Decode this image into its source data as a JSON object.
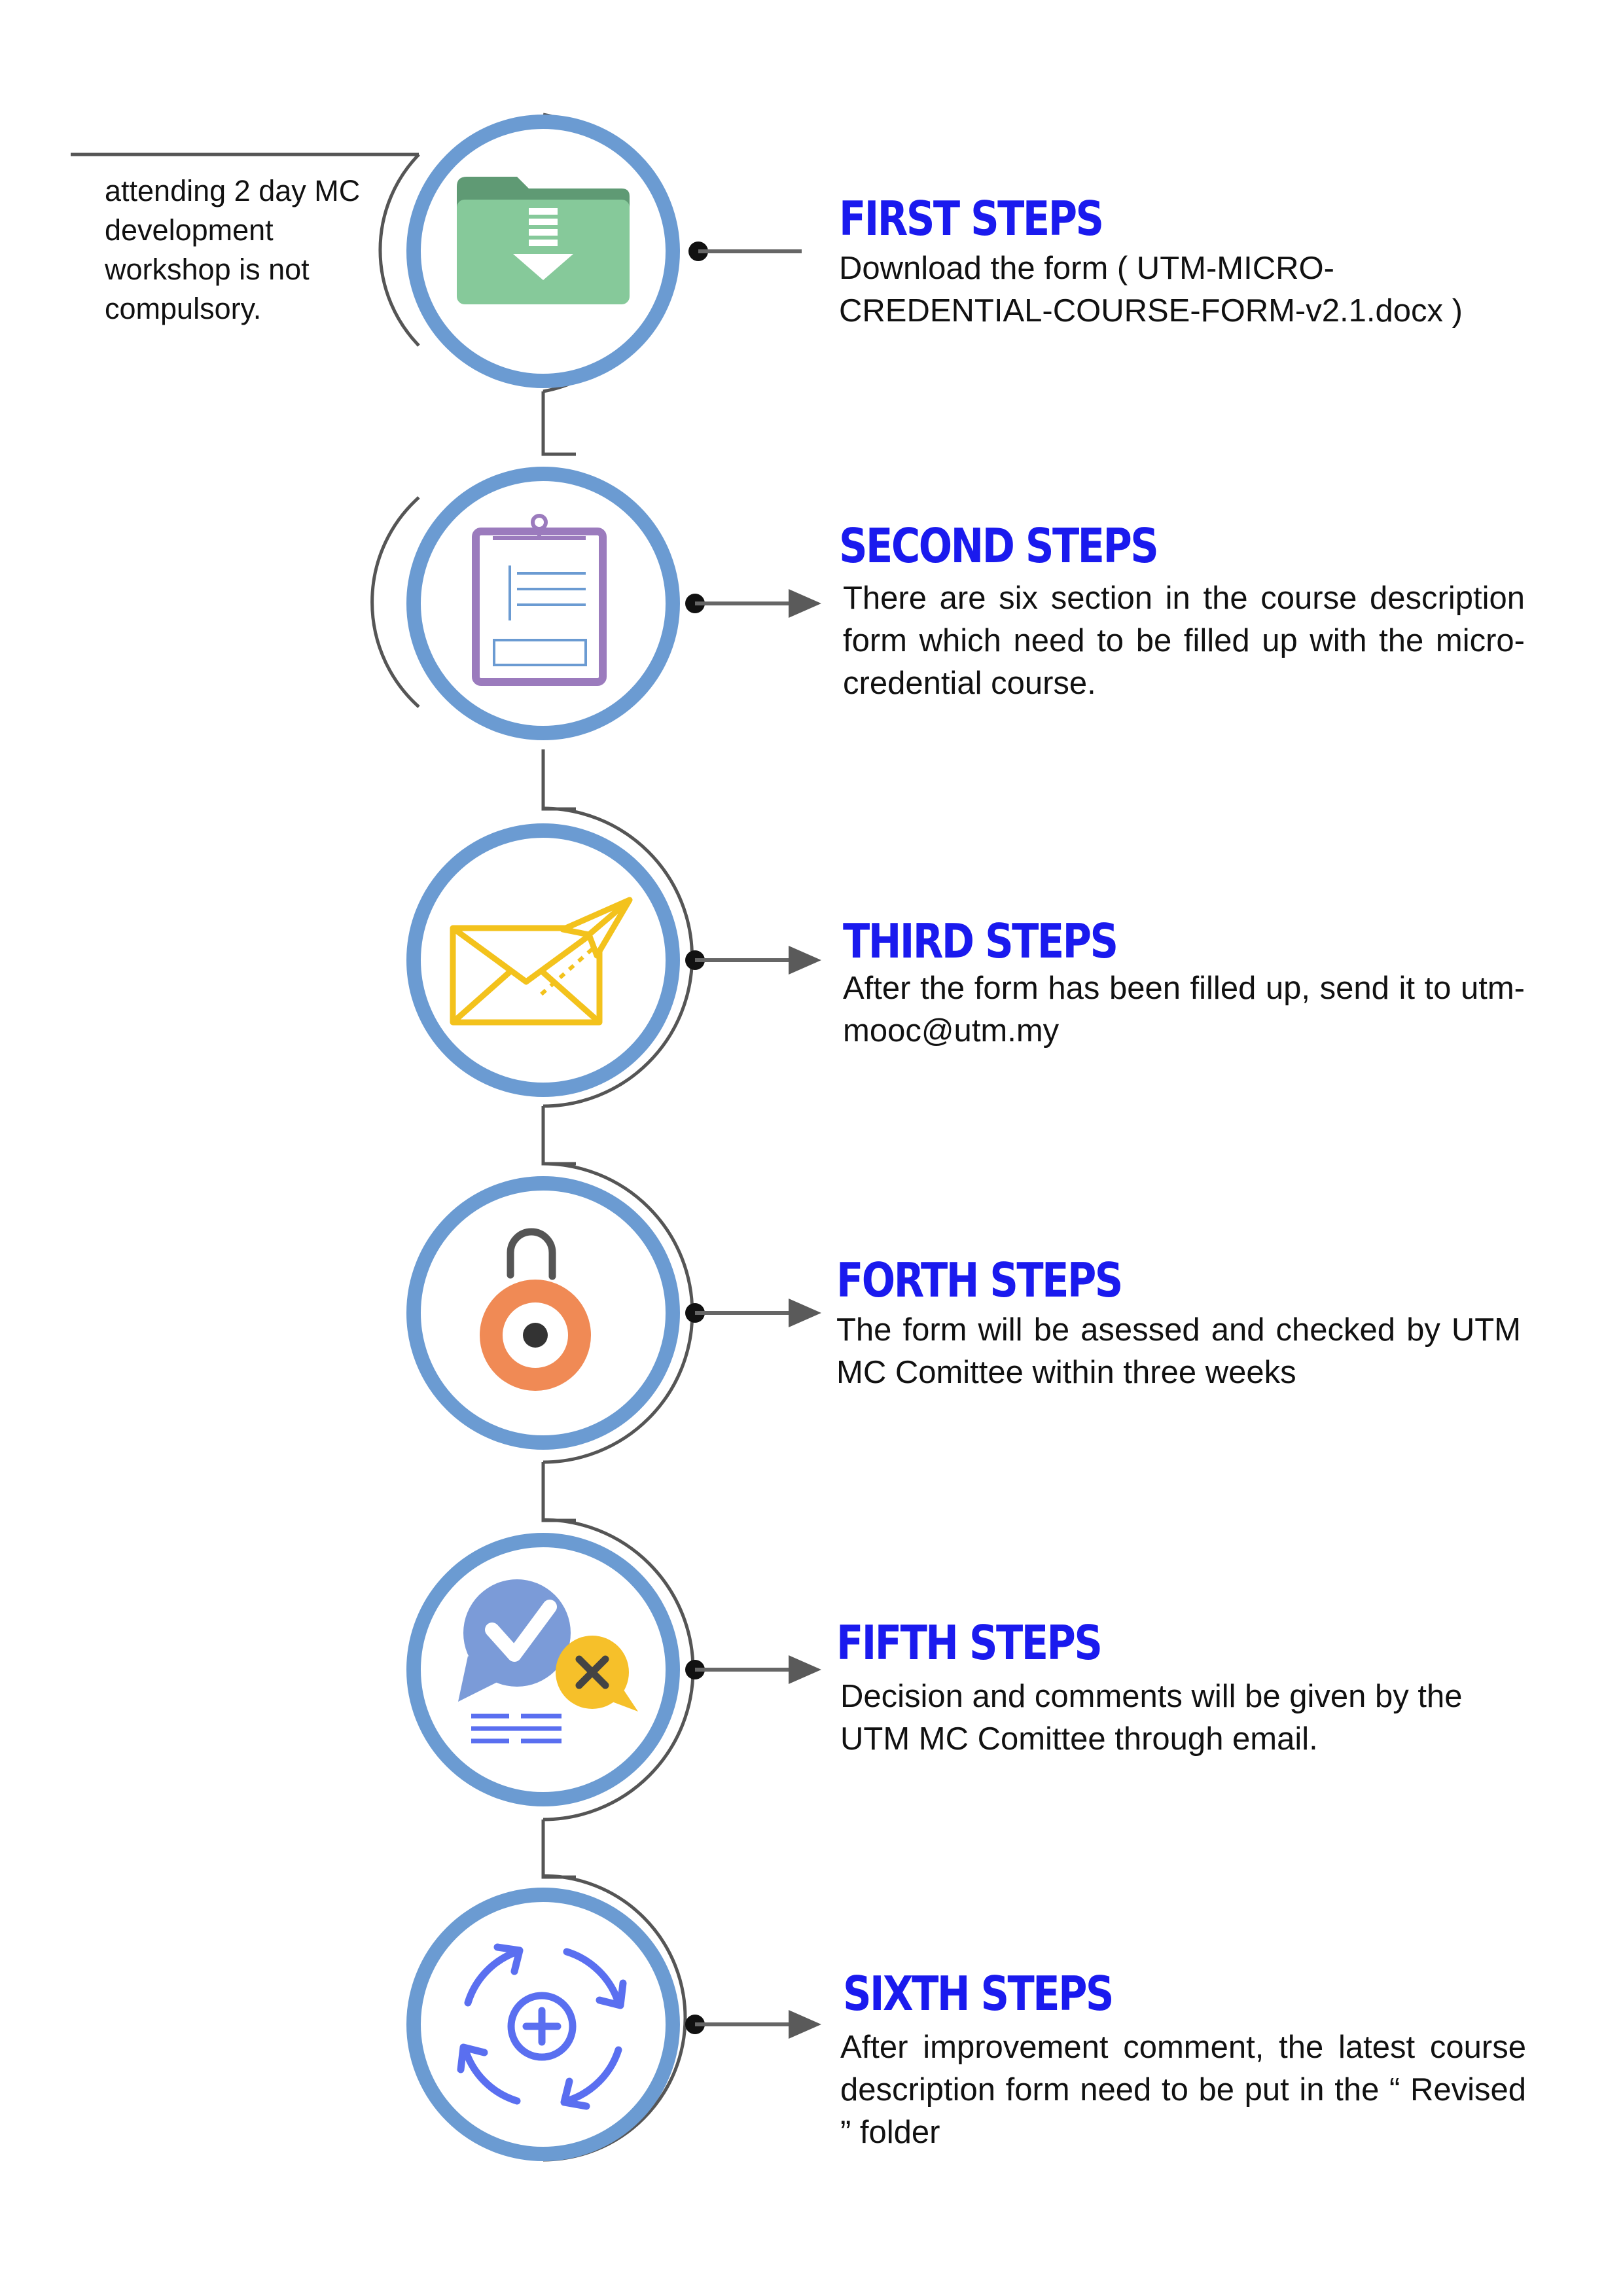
{
  "colors": {
    "title": "#1a1aee",
    "ring": "#6b9bd2",
    "connector": "#555555",
    "arrow": "#5a5a5a",
    "folder": "#86c99a",
    "folder_back": "#5f9a74",
    "clipboard": "#9b7bbd",
    "clipboard_lines": "#6b9bd2",
    "mail": "#f3c21c",
    "lock_body": "#f08a55",
    "lock_shackle": "#555555",
    "bubble_check": "#7b9bd8",
    "bubble_x": "#f6c02a",
    "sync": "#5a6ff0"
  },
  "note": {
    "text": "attending 2 day MC development workshop is not compulsory."
  },
  "steps": [
    {
      "title": "FIRST STEPS",
      "description": "Download the form ( UTM-MICRO-CREDENTIAL-COURSE-FORM-v2.1.docx )",
      "icon": "folder-download-icon"
    },
    {
      "title": "SECOND STEPS",
      "description": "There are six section in the course description form which need to be filled up with the micro-credential course.",
      "icon": "clipboard-icon"
    },
    {
      "title": "THIRD STEPS",
      "description": "After the form has been filled up, send it to utm-mooc@utm.my",
      "icon": "envelope-send-icon"
    },
    {
      "title": "FORTH STEPS",
      "description": "The form will be asessed and checked by UTM MC Comittee within three weeks",
      "icon": "padlock-icon"
    },
    {
      "title": "FIFTH STEPS",
      "description": "Decision and comments will be given by the UTM MC Comittee through email.",
      "icon": "decision-bubbles-icon"
    },
    {
      "title": "SIXTH STEPS",
      "description": "After improvement comment, the latest course description form need to be put in the “ Revised ” folder",
      "icon": "revise-cycle-icon"
    }
  ]
}
